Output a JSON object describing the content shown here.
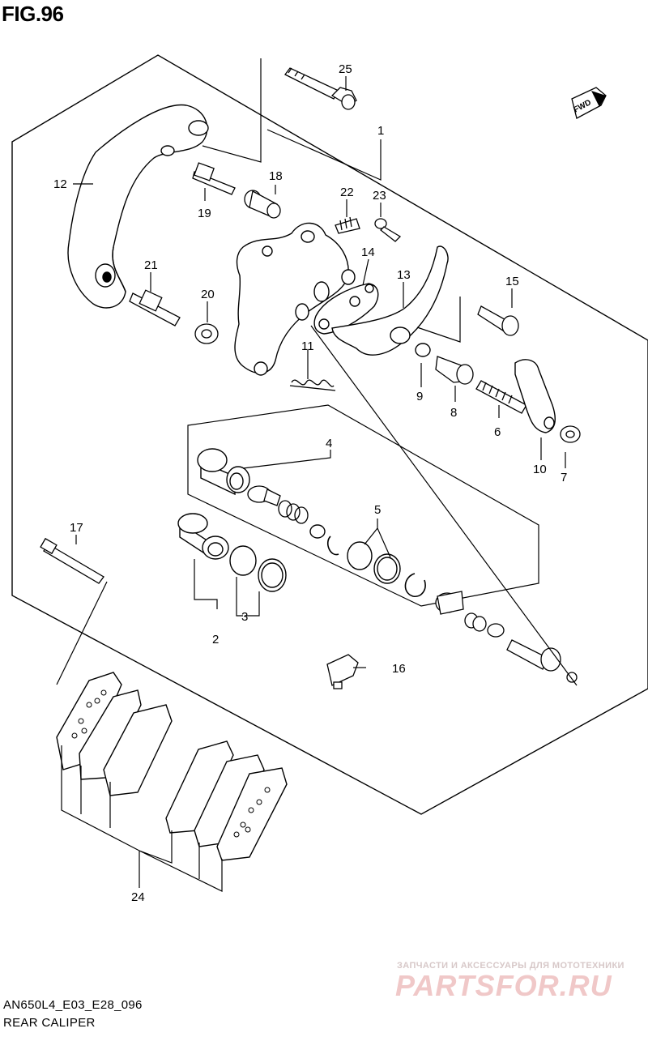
{
  "figure": {
    "title": "FIG.96",
    "direction_badge": "FWD"
  },
  "callouts": [
    "1",
    "2",
    "3",
    "4",
    "5",
    "6",
    "7",
    "8",
    "9",
    "10",
    "11",
    "12",
    "13",
    "14",
    "15",
    "16",
    "17",
    "18",
    "19",
    "20",
    "21",
    "22",
    "23",
    "24",
    "25"
  ],
  "footer": {
    "model_code": "AN650L4_E03_E28_096",
    "part_name": "REAR CALIPER"
  },
  "watermark": {
    "tagline": "ЗАПЧАСТИ И АКСЕССУАРЫ ДЛЯ МОТОТЕХНИКИ",
    "logo": "PARTSFOR.RU"
  }
}
